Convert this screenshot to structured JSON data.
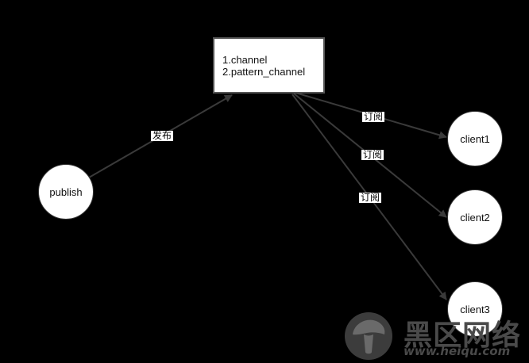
{
  "diagram": {
    "nodes": {
      "publish": "publish",
      "channels_line1": "1.channel",
      "channels_line2": "2.pattern_channel",
      "client1": "client1",
      "client2": "client2",
      "client3": "client3"
    },
    "edge_labels": {
      "publish_to_channels": "发布",
      "subscribe_client1": "订阅",
      "subscribe_client2": "订阅",
      "subscribe_client3": "订阅"
    }
  },
  "watermark": {
    "brand": "黑区网络",
    "url": "www.heiqu.com"
  },
  "colors": {
    "background": "#000000",
    "node_fill": "#ffffff",
    "edge_stroke": "#3a3a3a",
    "watermark": "#4a4a4a"
  }
}
